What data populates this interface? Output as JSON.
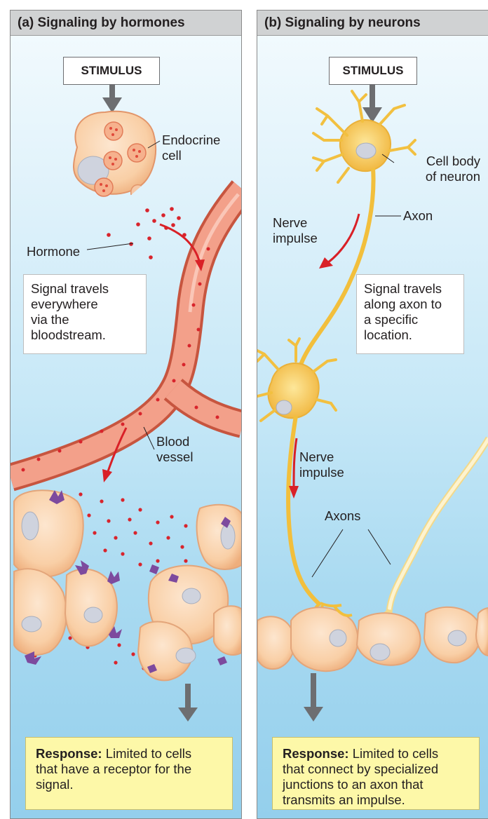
{
  "panel_a": {
    "title": "(a) Signaling by hormones",
    "stimulus": "STIMULUS",
    "endocrine_label": [
      "Endocrine",
      "cell"
    ],
    "hormone_label": "Hormone",
    "signal_box": [
      "Signal travels",
      "everywhere",
      "via the",
      "bloodstream."
    ],
    "vessel_label": [
      "Blood",
      "vessel"
    ],
    "response_bold": "Response:",
    "response_lines": [
      " Limited to cells",
      "that have a receptor for the",
      "signal."
    ]
  },
  "panel_b": {
    "title": "(b) Signaling by neurons",
    "stimulus": "STIMULUS",
    "cellbody_label": [
      "Cell body",
      "of neuron"
    ],
    "axon_label": "Axon",
    "nerve_impulse_1": [
      "Nerve",
      "impulse"
    ],
    "signal_box": [
      "Signal travels",
      "along axon to",
      "a specific",
      "location."
    ],
    "nerve_impulse_2": [
      "Nerve",
      "impulse"
    ],
    "axons_label": "Axons",
    "response_bold": "Response:",
    "response_lines": [
      " Limited to cells",
      "that connect by specialized",
      "junctions to an axon that",
      "transmits an impulse."
    ]
  },
  "colors": {
    "header_bg": "#d0d2d3",
    "response_bg": "#fdf8a8",
    "arrow_gray": "#6d6e71",
    "arrow_red": "#d92027",
    "vessel": "#e8846c",
    "neuron": "#f6c64a",
    "hormone_dot": "#d8242c",
    "receptor": "#7d4a9e"
  }
}
